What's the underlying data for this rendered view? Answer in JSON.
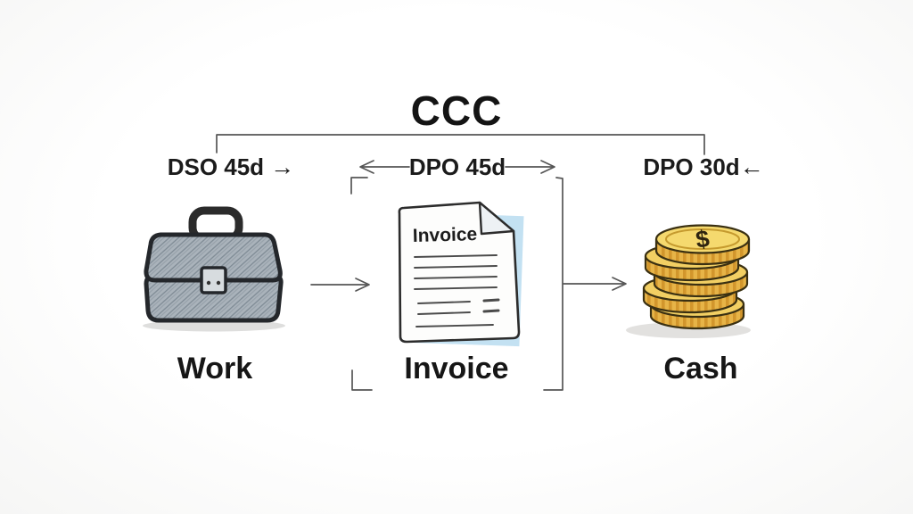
{
  "title": "CCC",
  "timeline": {
    "dso": {
      "label": "DSO 45d",
      "arrow": "→"
    },
    "dpo_invoice": {
      "label": "DPO 45d"
    },
    "dpo_cash": {
      "label": "DPO 30d",
      "arrow": "←"
    }
  },
  "stages": {
    "work": {
      "label": "Work"
    },
    "invoice": {
      "label": "Invoice"
    },
    "cash": {
      "label": "Cash"
    }
  },
  "invoice_document": {
    "header": "Invoice"
  },
  "coins": {
    "currency_symbol": "$"
  },
  "colors": {
    "text": "#1b1b1b",
    "line": "#555555",
    "paper_shadow_blue": "#b9dcf0",
    "coin_gold": "#f2cf63",
    "coin_edge": "#e2ae3e",
    "briefcase_gray": "#a7b0b8",
    "accent_red": "#c4566b"
  }
}
